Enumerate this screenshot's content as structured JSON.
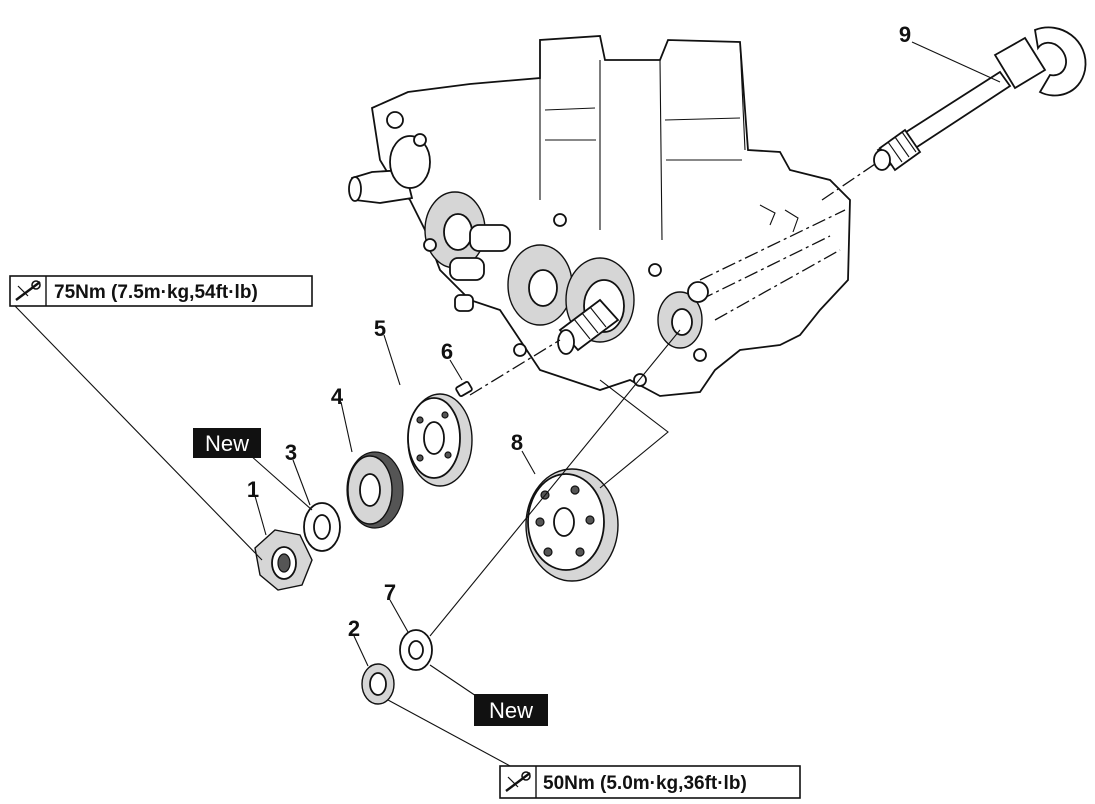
{
  "diagram": {
    "part_numbers": [
      "1",
      "2",
      "3",
      "4",
      "5",
      "6",
      "7",
      "8",
      "9"
    ],
    "new_labels": [
      "New",
      "New"
    ],
    "torque_specs": [
      {
        "text": "75Nm (7.5m·kg,54ft·lb)",
        "icon": "torque-wrench-icon"
      },
      {
        "text": "50Nm (5.0m·kg,36ft·lb)",
        "icon": "torque-wrench-icon"
      }
    ]
  }
}
